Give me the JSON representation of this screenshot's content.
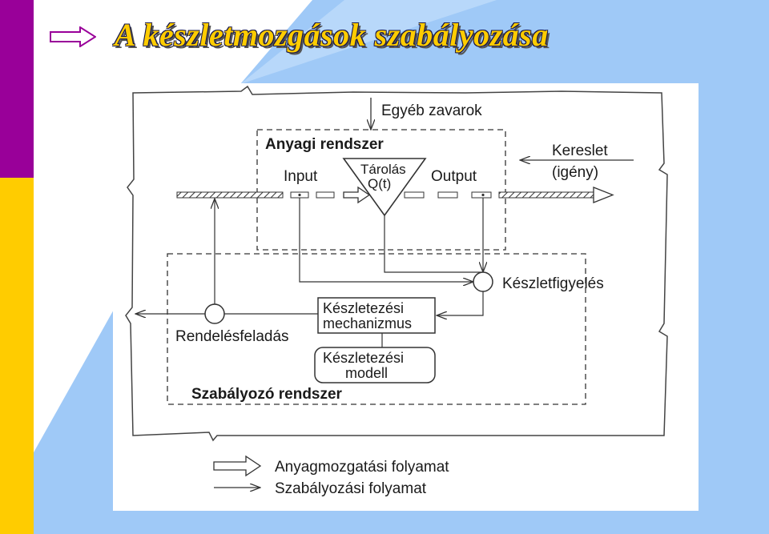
{
  "slide": {
    "title": "A készletmozgások szabályozása",
    "colors": {
      "purple": "#990099",
      "yellow": "#ffcc00",
      "light_blue": "#9fc9f7",
      "title_text": "#ffcc00"
    },
    "title_icon": "right-arrow-icon"
  },
  "diagram": {
    "disturbance_label": "Egyéb zavarok",
    "material_system_label": "Anyagi rendszer",
    "input_label": "Input",
    "storage_label": "Tárolás",
    "storage_formula": "Q(t)",
    "output_label": "Output",
    "demand_label": "Kereslet",
    "demand_sub_label": "(igény)",
    "monitoring_label": "Készletfigyelés",
    "mechanism_line1": "Készletezési",
    "mechanism_line2": "mechanizmus",
    "model_line1": "Készletezési",
    "model_line2": "modell",
    "ordering_label": "Rendelésfeladás",
    "control_system_label": "Szabályozó rendszer",
    "legend": [
      {
        "label": "Anyagmozgatási folyamat",
        "icon": "hollow-arrow-icon"
      },
      {
        "label": "Szabályozási folyamat",
        "icon": "thin-arrow-icon"
      }
    ]
  }
}
